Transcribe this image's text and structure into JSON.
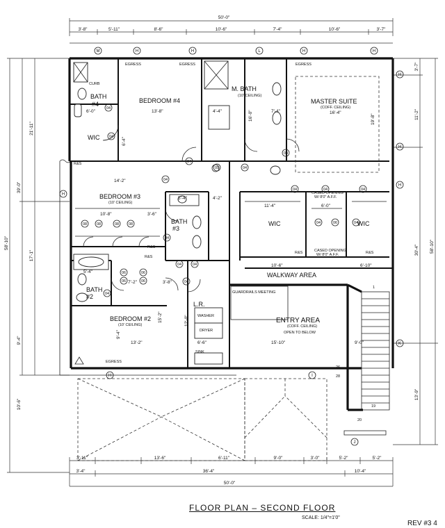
{
  "title": "FLOOR PLAN – SECOND FLOOR",
  "scale": "SCALE: 1/4\"=1'0\"",
  "revision": "REV #3 4",
  "rooms": {
    "bedroom4": {
      "name": "BEDROOM #4",
      "dim": "13'-8\""
    },
    "bedroom3": {
      "name": "BEDROOM #3",
      "note": "(10' CEILING)"
    },
    "bedroom2": {
      "name": "BEDROOM #2",
      "note": "(10' CEILING)"
    },
    "master_suite": {
      "name": "MASTER SUITE",
      "note": "(COFF. CEILING)",
      "dim": "16'-4\""
    },
    "m_bath": {
      "name": "M. BATH",
      "note": "(10' CEILING)"
    },
    "bath4": {
      "name": "BATH",
      "num": "#4"
    },
    "bath3": {
      "name": "BATH",
      "num": "#3"
    },
    "bath2": {
      "name": "BATH",
      "num": "#2"
    },
    "wic_left": {
      "name": "WIC"
    },
    "wic_mid": {
      "name": "WIC"
    },
    "wic_right": {
      "name": "WIC"
    },
    "laundry": {
      "name": "L.R.",
      "washer": "WASHER",
      "dryer": "DRYER",
      "sink": "SINK"
    },
    "entry": {
      "name": "ENTRY AREA",
      "note": "(COFF. CEILING)",
      "below": "OPEN TO BELOW"
    },
    "walkway": {
      "name": "WALKWAY AREA"
    }
  },
  "labels": {
    "egress": "EGRESS",
    "rs": "R&S",
    "curb": "CURB",
    "cased1": "CASED OPENING",
    "cased1b": "W/ 8'0\" A.F.F.",
    "cased2": "CASED OPENING",
    "cased2b": "W/ 8'0\" A.F.F.",
    "guardrail_note": "GUARDRAILS MEETING",
    "tag_04": "04",
    "tag_05": "05",
    "tag_06": "06",
    "tag_08": "08"
  },
  "grid_bubbles": [
    "M",
    "H",
    "H",
    "L",
    "H",
    "H",
    "H",
    "H",
    "H",
    "H",
    "K",
    "H",
    "I",
    "J"
  ],
  "top_dims": {
    "overall": "50'-0\"",
    "segments": [
      "3'-8\"",
      "5'-11\"",
      "8'-6\"",
      "10'-6\"",
      "7'-4\"",
      "10'-6\"",
      "3'-7\""
    ]
  },
  "bottom_dims": {
    "overall": "50'-0\"",
    "row1": [
      "3'-11\"",
      "13'-6\"",
      "6'-11\"",
      "9'-0\"",
      "3'-0\"",
      "5'-2\"",
      "5'-2\""
    ],
    "row2": [
      "3'-4\"",
      "36'-4\"",
      "10'-4\""
    ]
  },
  "left_dims": [
    "21'-11\"",
    "39'-0\"",
    "58'-10\"",
    "17'-1\"",
    "9'-4\"",
    "10'-6\""
  ],
  "right_dims": [
    "3'-7\"",
    "11'-2\"",
    "30'-4\"",
    "58'-10\"",
    "13'-9\""
  ],
  "interior_dims": {
    "d1": "6'-0\"",
    "d2": "4'-4\"",
    "d3": "14'-2\"",
    "d4": "10'-8\"",
    "d5": "3'-6\"",
    "d6": "5'-4\"",
    "d7": "4'-2\"",
    "d8": "11'-4\"",
    "d9": "6'-0\"",
    "d10": "10'-6\"",
    "d11": "6'-10\"",
    "d12": "7'-2\"",
    "d13": "3'-8\"",
    "d14": "13'-2\"",
    "d15": "6'-6\"",
    "d16": "15'-10\"",
    "d17": "9'-0\"",
    "d18": "7'-4\"",
    "d19": "5'-4\"",
    "d20": "15'-2\"",
    "d21": "12'-0\"",
    "d22": "9'-4\"",
    "d23": "19'-8\"",
    "d24": "16'-0\"",
    "d25": "6'-4\""
  },
  "stair_numbers": [
    "1",
    "19",
    "20",
    "26",
    "28"
  ]
}
